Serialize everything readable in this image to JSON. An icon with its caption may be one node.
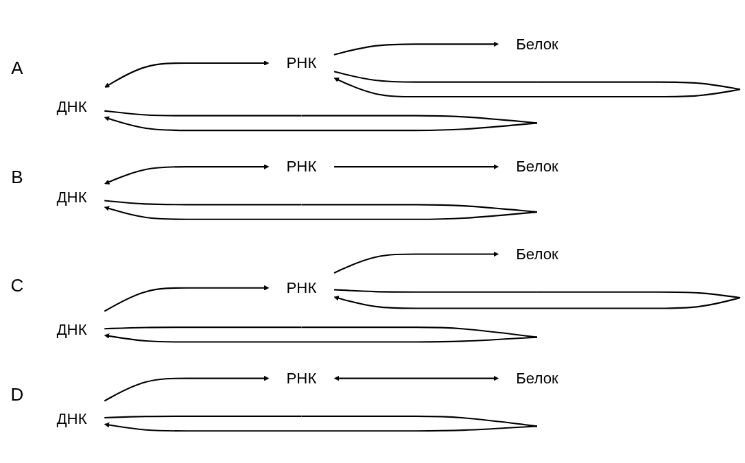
{
  "diagram": {
    "nodes": [
      {
        "text": [
          "ДНК"
        ]
      },
      {
        "text": [
          "РНК"
        ]
      },
      {
        "text": [
          "Белок"
        ]
      },
      {
        "text": [
          "ДНК"
        ]
      },
      {
        "text": [
          "РНК"
        ]
      },
      {
        "text": [
          "Белок"
        ]
      },
      {
        "text": [
          "ДНК"
        ]
      },
      {
        "text": [
          "РНК"
        ]
      },
      {
        "text": [
          "Белок"
        ]
      },
      {
        "text": [
          "ДНК"
        ]
      },
      {
        "text": [
          "РНК"
        ]
      },
      {
        "text": [
          "Белок"
        ]
      }
    ],
    "edges": [
      {
        "from": 0,
        "to": 1,
        "arrow": "both"
      },
      {
        "from": 1,
        "to": 2,
        "arrow": "to"
      },
      {
        "from": 0,
        "to": 0,
        "arrow": "to"
      },
      {
        "from": 1,
        "to": 1,
        "arrow": "to"
      },
      {
        "from": 3,
        "to": 4,
        "arrow": "to"
      },
      {
        "from": 4,
        "to": 5,
        "arrow": "to"
      },
      {
        "from": 3,
        "to": 3,
        "arrow": "to"
      },
      {
        "from": 4,
        "to": 4,
        "arrow": "to"
      },
      {
        "from": 6,
        "to": 7,
        "arrow": "both"
      },
      {
        "from": 7,
        "to": 8,
        "arrow": "to"
      },
      {
        "from": 6,
        "to": 6,
        "arrow": "to"
      },
      {
        "from": 9,
        "to": 10,
        "arrow": "to"
      },
      {
        "from": 10,
        "to": 11,
        "arrow": "both"
      },
      {
        "from": 9,
        "to": 9,
        "arrow": "to"
      }
    ],
    "labels": [
      "A",
      "B",
      "C",
      "D"
    ]
  }
}
